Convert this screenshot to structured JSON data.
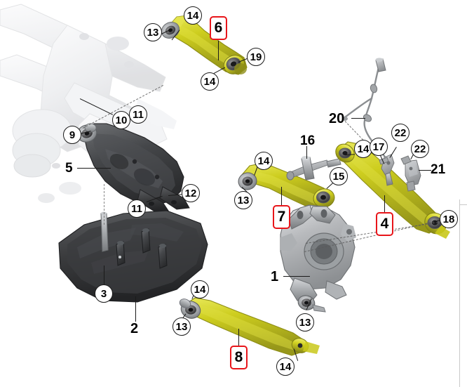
{
  "diagram": {
    "title": "Rear axle suspension components exploded view",
    "background_color": "#ffffff",
    "highlight_color": "#e8151a",
    "part_color_highlighted": "#c9c81a",
    "part_color_dark": "#3d3d3f",
    "part_color_metal": "#b6b8bb",
    "part_color_ghost": "#ececee"
  },
  "callouts": [
    {
      "id": "c13-top",
      "label": "13",
      "style": "circle"
    },
    {
      "id": "c14-top-a",
      "label": "14",
      "style": "circle"
    },
    {
      "id": "c6",
      "label": "6",
      "style": "redbox"
    },
    {
      "id": "c19",
      "label": "19",
      "style": "circle"
    },
    {
      "id": "c14-top-b",
      "label": "14",
      "style": "circle"
    },
    {
      "id": "c9",
      "label": "9",
      "style": "circle"
    },
    {
      "id": "c10",
      "label": "10",
      "style": "circle"
    },
    {
      "id": "c11-a",
      "label": "11",
      "style": "circle"
    },
    {
      "id": "c5",
      "label": "5",
      "style": "plain"
    },
    {
      "id": "c11-b",
      "label": "11",
      "style": "circle"
    },
    {
      "id": "c12",
      "label": "12",
      "style": "circle"
    },
    {
      "id": "c3",
      "label": "3",
      "style": "circle"
    },
    {
      "id": "c2",
      "label": "2",
      "style": "plain"
    },
    {
      "id": "c14-mid",
      "label": "14",
      "style": "circle"
    },
    {
      "id": "c13-mid",
      "label": "13",
      "style": "circle"
    },
    {
      "id": "c7",
      "label": "7",
      "style": "redbox"
    },
    {
      "id": "c15",
      "label": "15",
      "style": "circle"
    },
    {
      "id": "c16",
      "label": "16",
      "style": "plain"
    },
    {
      "id": "c20",
      "label": "20",
      "style": "plain"
    },
    {
      "id": "c14-right",
      "label": "14",
      "style": "circle"
    },
    {
      "id": "c17",
      "label": "17",
      "style": "circle"
    },
    {
      "id": "c22-a",
      "label": "22",
      "style": "circle"
    },
    {
      "id": "c22-b",
      "label": "22",
      "style": "circle"
    },
    {
      "id": "c21",
      "label": "21",
      "style": "plain"
    },
    {
      "id": "c4",
      "label": "4",
      "style": "redbox"
    },
    {
      "id": "c18",
      "label": "18",
      "style": "circle"
    },
    {
      "id": "c1",
      "label": "1",
      "style": "plain"
    },
    {
      "id": "c14-bot-a",
      "label": "14",
      "style": "circle"
    },
    {
      "id": "c13-bot-a",
      "label": "13",
      "style": "circle"
    },
    {
      "id": "c8",
      "label": "8",
      "style": "redbox"
    },
    {
      "id": "c13-bot-b",
      "label": "13",
      "style": "circle"
    },
    {
      "id": "c14-bot-b",
      "label": "14",
      "style": "circle"
    }
  ],
  "parts": [
    {
      "ref": "1",
      "name": "wheel-carrier"
    },
    {
      "ref": "2",
      "name": "bump-stop-cover"
    },
    {
      "ref": "3",
      "name": "bump-stop-mount"
    },
    {
      "ref": "4",
      "name": "rear-track-control-arm"
    },
    {
      "ref": "5",
      "name": "lower-wishbone"
    },
    {
      "ref": "6",
      "name": "upper-control-arm"
    },
    {
      "ref": "7",
      "name": "front-camber-link"
    },
    {
      "ref": "8",
      "name": "lower-trailing-link"
    },
    {
      "ref": "9",
      "name": "wishbone-bushing"
    },
    {
      "ref": "10",
      "name": "bolt"
    },
    {
      "ref": "11",
      "name": "nut"
    },
    {
      "ref": "12",
      "name": "bolt"
    },
    {
      "ref": "13",
      "name": "bushing"
    },
    {
      "ref": "14",
      "name": "bolt"
    },
    {
      "ref": "15",
      "name": "ball-joint"
    },
    {
      "ref": "16",
      "name": "eccentric-bolt"
    },
    {
      "ref": "17",
      "name": "abs-sensor-mount"
    },
    {
      "ref": "18",
      "name": "ball-joint"
    },
    {
      "ref": "19",
      "name": "ball-joint"
    },
    {
      "ref": "20",
      "name": "abs-speed-sensor-cable"
    },
    {
      "ref": "21",
      "name": "cable-bracket"
    },
    {
      "ref": "22",
      "name": "cable-clip"
    }
  ]
}
